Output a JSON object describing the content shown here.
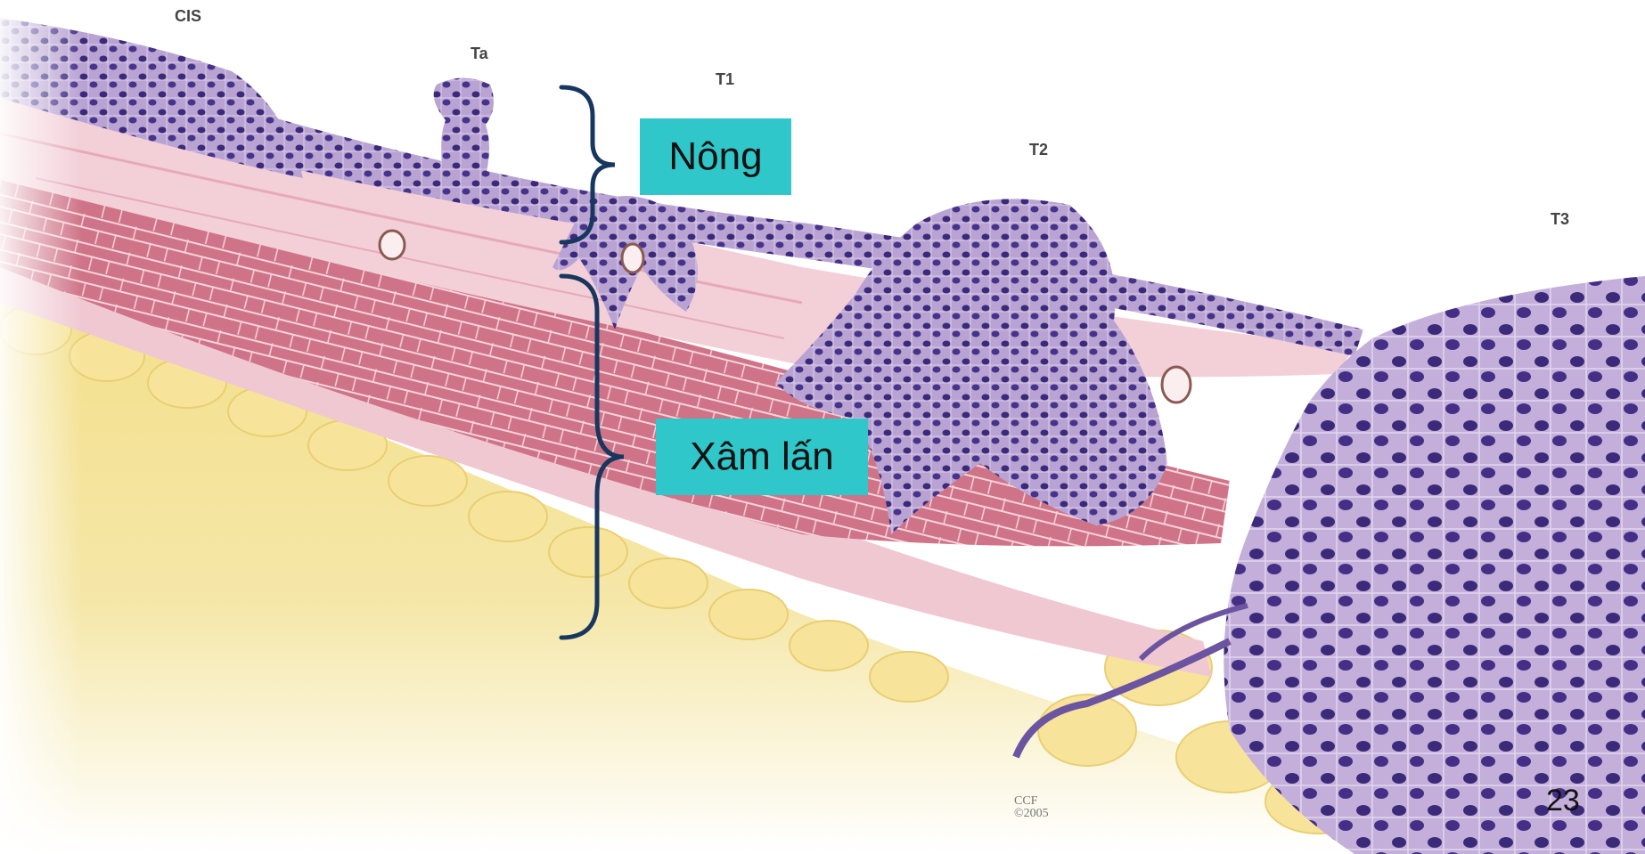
{
  "stages": [
    "CIS",
    "Ta",
    "T1",
    "T2",
    "T3"
  ],
  "callouts": {
    "superficial": "Nông",
    "invasive": "Xâm lấn"
  },
  "slide_number": "23",
  "watermark": {
    "org": "CCF",
    "year": "©2005"
  },
  "colors": {
    "callout_bg": "#2fc7c9",
    "brace": "#17375e",
    "fat": "#f2dc8a",
    "muscle": "#d27b8f",
    "lamina": "#f1c9d3",
    "tumor": "#a98fc4",
    "nucleus": "#3b2a7a"
  }
}
